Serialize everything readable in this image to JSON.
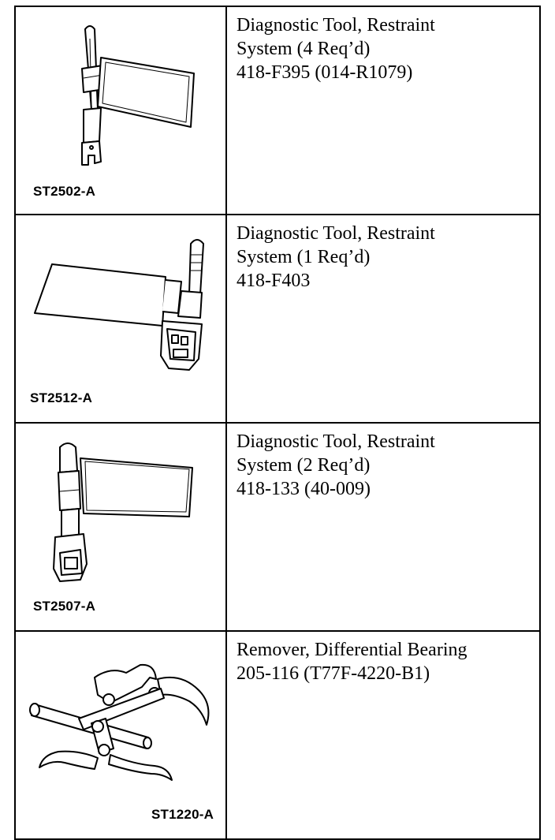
{
  "rows": [
    {
      "code": "ST2502-A",
      "lines": [
        "Diagnostic Tool, Restraint",
        "System (4 Req’d)",
        "418-F395 (014-R1079)"
      ]
    },
    {
      "code": "ST2512-A",
      "lines": [
        "Diagnostic Tool, Restraint",
        "System (1 Req’d)",
        "418-F403"
      ]
    },
    {
      "code": "ST2507-A",
      "lines": [
        "Diagnostic Tool, Restraint",
        "System (2 Req’d)",
        "418-133 (40-009)"
      ]
    },
    {
      "code": "ST1220-A",
      "lines": [
        "Remover, Differential Bearing",
        "205-116 (T77F-4220-B1)"
      ]
    }
  ]
}
